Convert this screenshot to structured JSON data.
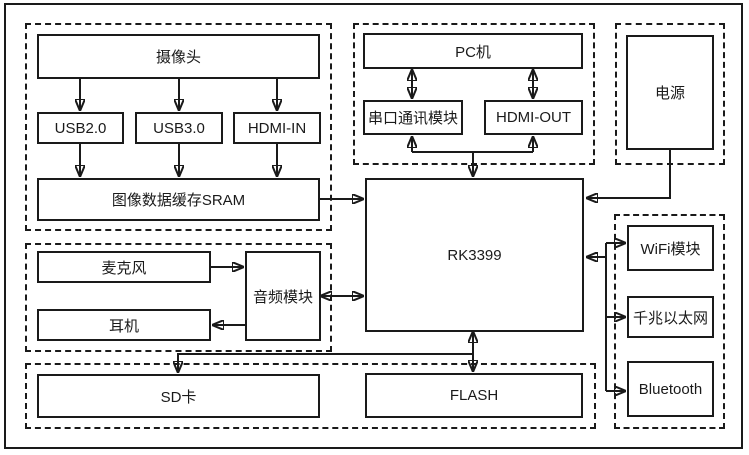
{
  "colors": {
    "line": "#1a1a1a",
    "background": "#ffffff",
    "box_fill": "#ffffff"
  },
  "diagram": {
    "nodes": {
      "camera": "摄像头",
      "usb2": "USB2.0",
      "usb3": "USB3.0",
      "hdmi_in": "HDMI-IN",
      "sram": "图像数据缓存SRAM",
      "pc": "PC机",
      "serial": "串口通讯模块",
      "hdmi_out": "HDMI-OUT",
      "power": "电源",
      "soc": "RK3399",
      "mic": "麦克风",
      "earphone": "耳机",
      "audio": "音频模块",
      "sd": "SD卡",
      "flash": "FLASH",
      "wifi": "WiFi模块",
      "ethernet": "千兆以太网",
      "bluetooth": "Bluetooth"
    },
    "edges": [
      {
        "from": "camera",
        "to": "usb2",
        "arrows": "end"
      },
      {
        "from": "camera",
        "to": "usb3",
        "arrows": "end"
      },
      {
        "from": "camera",
        "to": "hdmi_in",
        "arrows": "end"
      },
      {
        "from": "usb2",
        "to": "sram",
        "arrows": "end"
      },
      {
        "from": "usb3",
        "to": "sram",
        "arrows": "end"
      },
      {
        "from": "hdmi_in",
        "to": "sram",
        "arrows": "end"
      },
      {
        "from": "sram",
        "to": "soc",
        "arrows": "end"
      },
      {
        "from": "pc",
        "to": "serial",
        "arrows": "both"
      },
      {
        "from": "pc",
        "to": "hdmi_out",
        "arrows": "both"
      },
      {
        "from": "soc",
        "to": "serial",
        "arrows": "end"
      },
      {
        "from": "soc",
        "to": "hdmi_out",
        "arrows": "end"
      },
      {
        "from": "serial_hdmi_junction",
        "to": "soc",
        "arrows": "end"
      },
      {
        "from": "power",
        "to": "soc",
        "arrows": "end"
      },
      {
        "from": "mic",
        "to": "audio",
        "arrows": "end"
      },
      {
        "from": "audio",
        "to": "earphone",
        "arrows": "end"
      },
      {
        "from": "audio",
        "to": "soc",
        "arrows": "both"
      },
      {
        "from": "soc",
        "to": "flash",
        "arrows": "both"
      },
      {
        "from": "soc",
        "to": "sd",
        "arrows": "end"
      },
      {
        "from": "network_trunk",
        "to": "soc",
        "arrows": "end"
      },
      {
        "from": "network_trunk",
        "to": "wifi",
        "arrows": "end"
      },
      {
        "from": "network_trunk",
        "to": "ethernet",
        "arrows": "end"
      },
      {
        "from": "network_trunk",
        "to": "bluetooth",
        "arrows": "end"
      }
    ]
  }
}
